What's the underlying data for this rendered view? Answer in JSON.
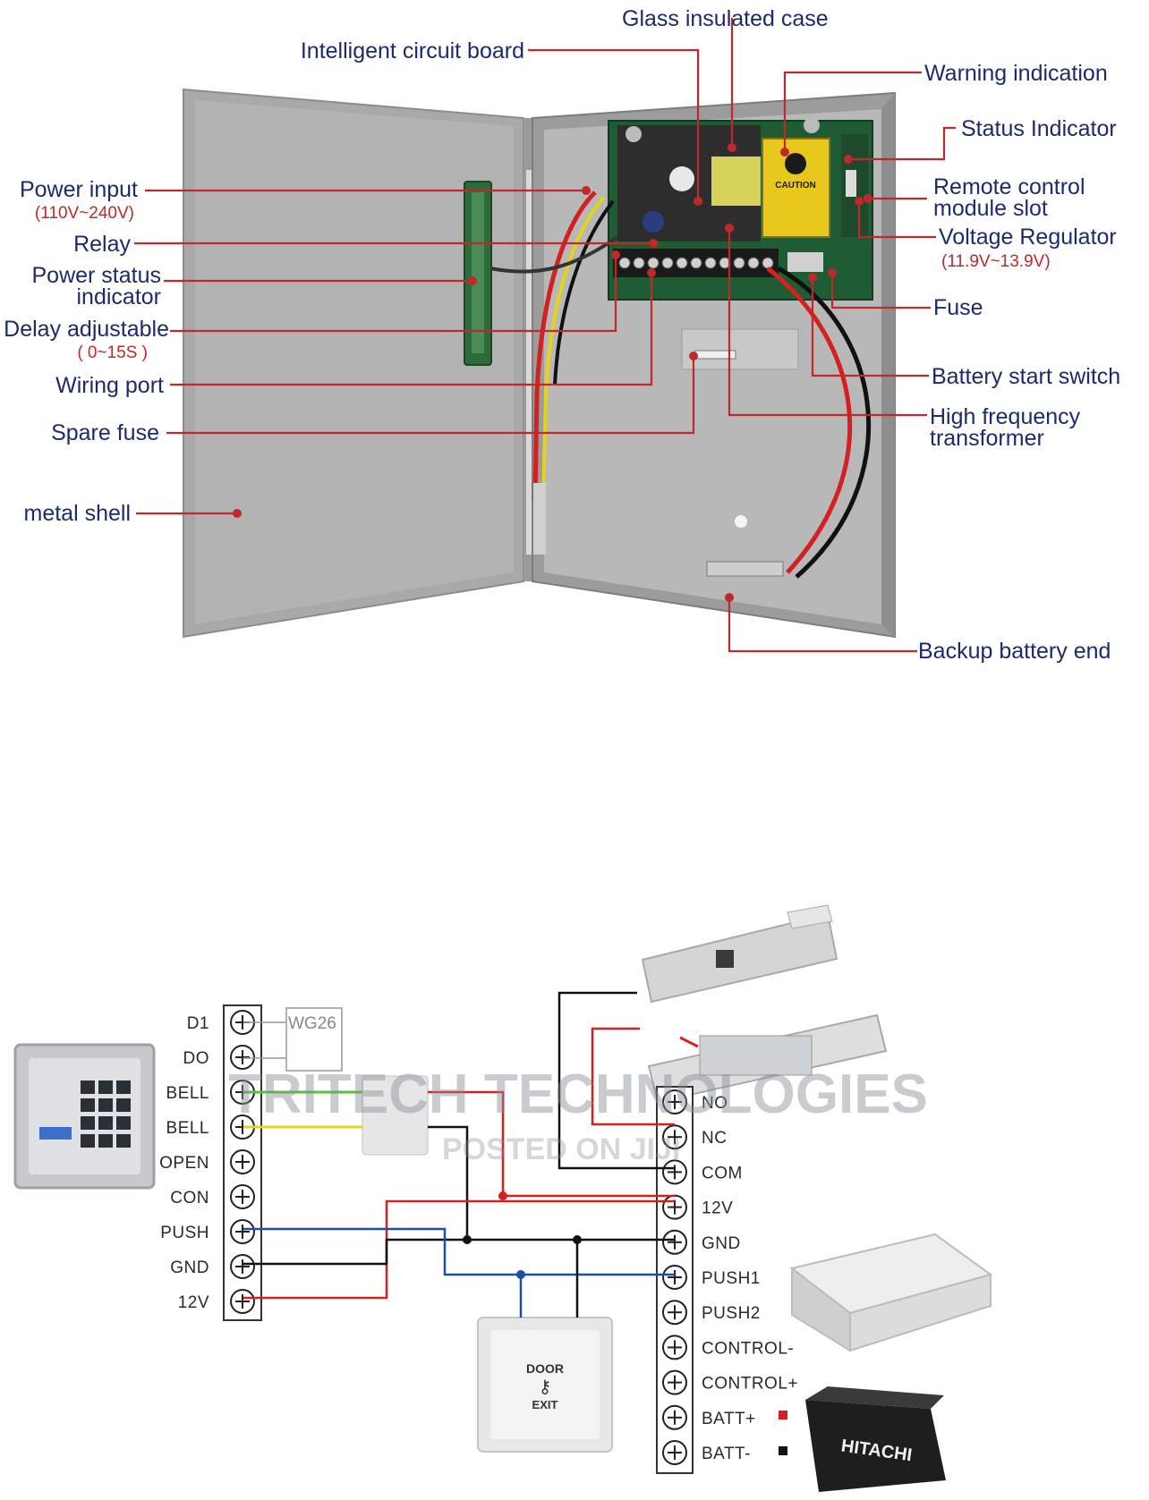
{
  "top": {
    "labels_left": [
      {
        "text": "Intelligent circuit board"
      },
      {
        "text": "Power input",
        "sub": "(110V~240V)"
      },
      {
        "text": "Relay"
      },
      {
        "text": "Power status",
        "text2": "indicator"
      },
      {
        "text": "Delay adjustable",
        "sub": "( 0~15S )"
      },
      {
        "text": "Wiring port"
      },
      {
        "text": "Spare fuse"
      },
      {
        "text": "metal shell"
      }
    ],
    "labels_right": [
      {
        "text": "Glass insulated case"
      },
      {
        "text": "Warning indication"
      },
      {
        "text": "Status Indicator"
      },
      {
        "text": "Remote control",
        "text2": "module slot"
      },
      {
        "text": "Voltage Regulator",
        "sub": "(11.9V~13.9V)"
      },
      {
        "text": "Fuse"
      },
      {
        "text": "Battery start switch"
      },
      {
        "text": "High frequency",
        "text2": "transformer"
      },
      {
        "text": "Backup battery end"
      }
    ],
    "caution_text": "CAUTION"
  },
  "bottom": {
    "left_terminals": [
      "D1",
      "DO",
      "BELL",
      "BELL",
      "OPEN",
      "CON",
      "PUSH",
      "GND",
      "12V"
    ],
    "right_terminals": [
      "NO",
      "NC",
      "COM",
      "12V",
      "GND",
      "PUSH1",
      "PUSH2",
      "CONTROL-",
      "CONTROL+",
      "BATT+",
      "BATT-"
    ],
    "wg26_label": "WG26",
    "exit_button": {
      "line1": "DOOR",
      "line2": "EXIT"
    },
    "battery_brand": "HITACHI",
    "watermark": {
      "main": "TRITECH TECHNOLOGIES",
      "sub": "POSTED ON JIJI"
    }
  },
  "colors": {
    "label_text": "#1d2a6e",
    "leader_line": "#c0282a",
    "wire_red": "#d42020",
    "wire_black": "#111111",
    "wire_blue": "#1f4fa0",
    "wire_green": "#58c23a",
    "wire_yellow": "#e6d21a"
  }
}
